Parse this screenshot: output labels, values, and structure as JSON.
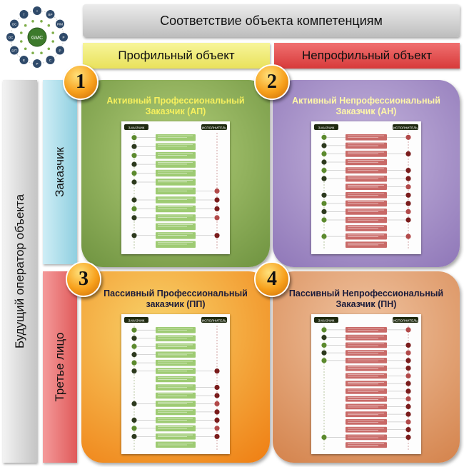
{
  "header": {
    "title": "Соответствие объекта компетенциям"
  },
  "columns": {
    "profile": "Профильный объект",
    "nonprofile": "Непрофильный объект"
  },
  "rows": {
    "outer": "Будущий оператор объекта",
    "customer": "Заказчик",
    "third_party": "Третье лицо"
  },
  "quadrants": [
    {
      "number": "1",
      "title": "Активный Профессиональный Заказчик (АП)",
      "color": "#8fb05a"
    },
    {
      "number": "2",
      "title": "Активный Непрофессиональный Заказчик (АН)",
      "color": "#a893c9"
    },
    {
      "number": "3",
      "title": "Пассивный Профессиональный заказчик (ПП)",
      "color": "#f4a83a"
    },
    {
      "number": "4",
      "title": "Пассивный Непрофессиональный Заказчик (ПН)",
      "color": "#e3a070"
    }
  ],
  "doc_headers": {
    "customer": "ЗАКАЗЧИК",
    "executor": "ИСПОЛНИТЕЛЬ"
  },
  "logo": {
    "center_label": "GMC",
    "nodes": [
      "I",
      "BP",
      "P/M",
      "P",
      "P",
      "C",
      "P",
      "E",
      "D/T",
      "OC",
      "OC",
      "f"
    ]
  },
  "colors": {
    "step_green": "#8dc25a",
    "step_red": "#c0504d",
    "node_dark": "#2d3a1e",
    "node_red": "#7a1c1c",
    "header_dark": "#1f2a10"
  }
}
